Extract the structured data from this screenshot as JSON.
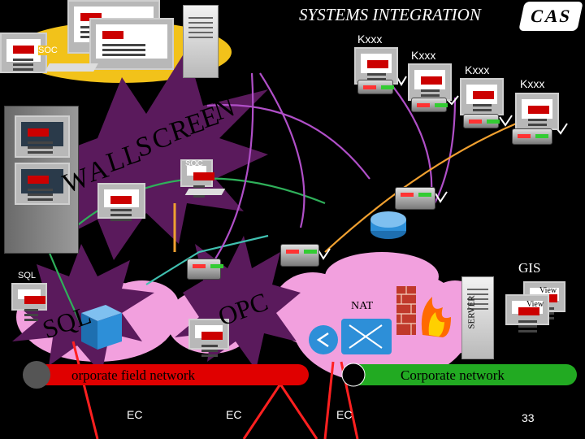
{
  "title": "SYSTEMS INTEGRATION",
  "logo_text": "CAS",
  "labels": {
    "soc_top": "SOC",
    "soc_left": "SOC",
    "soc_mid": "SOC",
    "kxxx": [
      "Kxxx",
      "Kxxx",
      "Kxxx",
      "Kxxx"
    ],
    "sql_small": "SQL",
    "gis": "GIS",
    "server": "SERVER",
    "view1": "View",
    "view2": "View",
    "nat": "NAT",
    "ec": [
      "EC",
      "EC",
      "EC"
    ],
    "page_number": "33"
  },
  "bursts": {
    "wall_screen": [
      "W",
      "A",
      "L",
      "L",
      "S",
      "C",
      "R",
      "E",
      "E",
      "N"
    ],
    "sql": "SQL",
    "opc": "OPC"
  },
  "networks": {
    "field": "orporate field network",
    "corporate": "Corporate network"
  },
  "colors": {
    "background": "#000000",
    "burst": "#5a1a5c",
    "burst_text": "#000000",
    "cloud": "#f0a0e0",
    "field_bar": "#e00000",
    "corp_bar": "#22aa22",
    "line_green": "#2fb05a",
    "line_purple": "#b04fc8",
    "line_orange": "#f0a030",
    "line_red": "#ff2020",
    "line_teal": "#40c0b0",
    "soc_bubble": "#f2c21a"
  }
}
